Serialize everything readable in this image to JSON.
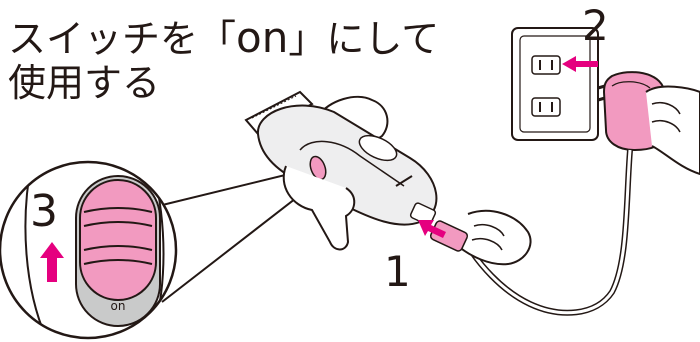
{
  "title": {
    "line1_prefix": "スイッチを「",
    "line1_on": "on",
    "line1_suffix": "」にして",
    "line2": "使用する"
  },
  "steps": {
    "step1": "1",
    "step2": "2",
    "step3": "3"
  },
  "switch_label": "on",
  "colors": {
    "pink": "#f29ac0",
    "magenta": "#e5007f",
    "gray": "#c9caca",
    "outline": "#231815",
    "light_gray": "#eeeeef"
  }
}
